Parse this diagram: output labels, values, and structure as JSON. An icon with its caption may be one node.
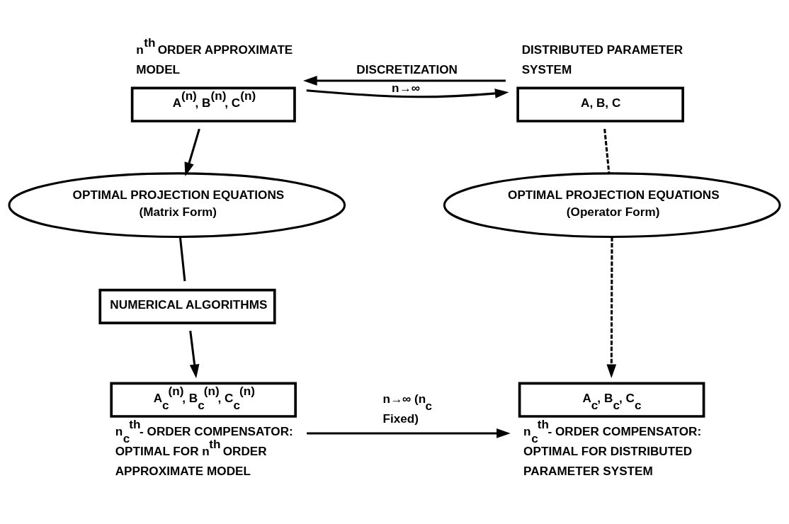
{
  "diagram": {
    "nodes": [
      {
        "text": [
          "n$^{th}$ ORDER APPROXIMATE MODEL",
          "A$^{(n)}$, B$^{(n)}$, C$^{(n)}$"
        ]
      },
      {
        "text": [
          "DISTRIBUTED PARAMETER SYSTEM",
          "A, B, C"
        ]
      },
      {
        "text": [
          "OPTIMAL PROJECTION EQUATIONS",
          "(Matrix Form)"
        ]
      },
      {
        "text": [
          "OPTIMAL PROJECTION EQUATIONS",
          "(Operator Form)"
        ]
      },
      {
        "text": [
          "NUMERICAL ALGORITHMS"
        ]
      },
      {
        "text": [
          "A$_{c}$$^{(n)}$, B$_{c}$$^{(n)}$, C$_{c}$$^{(n)}$"
        ],
        "beside": [
          "n$_{c}$$^{th}$- ORDER COMPENSATOR: OPTIMAL FOR n$^{th}$ ORDER APPROXIMATE MODEL"
        ]
      },
      {
        "text": [
          "A$_{c}$, B$_{c}$, C$_{c}$"
        ],
        "beside": [
          "n$_{c}$$^{th}$- ORDER COMPENSATOR: OPTIMAL FOR DISTRIBUTED PARAMETER SYSTEM"
        ]
      }
    ],
    "edges": [
      {
        "from": 1,
        "to": 0,
        "arrow": "to",
        "label": "DISCRETIZATION"
      },
      {
        "from": 0,
        "to": 1,
        "arrow": "to",
        "label": "n→∞"
      },
      {
        "from": 0,
        "to": 2,
        "arrow": "to"
      },
      {
        "from": 2,
        "to": 4,
        "arrow": "none"
      },
      {
        "from": 4,
        "to": 5,
        "arrow": "to"
      },
      {
        "from": 1,
        "to": 3,
        "arrow": "none",
        "style": "dashed"
      },
      {
        "from": 3,
        "to": 6,
        "arrow": "to",
        "style": "dashed"
      },
      {
        "from": 5,
        "to": 6,
        "arrow": "to",
        "label": "n→∞ (n$_{c}$ Fixed)"
      }
    ]
  }
}
